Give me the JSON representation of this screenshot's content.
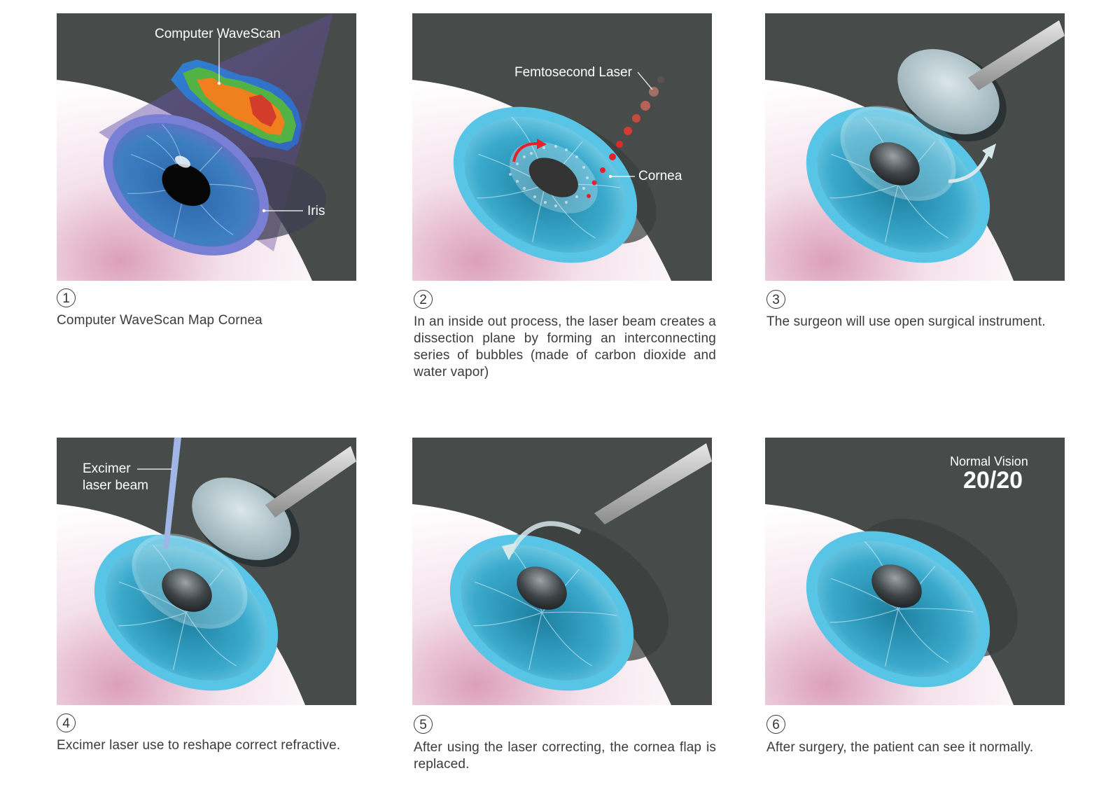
{
  "steps": [
    {
      "number": "1",
      "caption": "Computer WaveScan Map Cornea",
      "labels": {
        "wavescan": "Computer WaveScan",
        "iris": "Iris"
      }
    },
    {
      "number": "2",
      "caption": "In an inside out process, the laser beam creates a dissection plane by forming an interconnecting series of bubbles (made of carbon dioxide and water vapor)",
      "labels": {
        "laser": "Femtosecond Laser",
        "cornea": "Cornea"
      }
    },
    {
      "number": "3",
      "caption": "The surgeon will use open surgical instrument."
    },
    {
      "number": "4",
      "caption": "Excimer laser use to reshape correct refractive.",
      "labels": {
        "beam_line1": "Excimer",
        "beam_line2": "laser beam"
      }
    },
    {
      "number": "5",
      "caption": "After using the laser correcting, the cornea flap is replaced."
    },
    {
      "number": "6",
      "caption": "After surgery, the patient can see it normally.",
      "labels": {
        "vision_title": "Normal Vision",
        "vision_value": "20/20"
      }
    }
  ],
  "colors": {
    "panel_bg": "#474c4a",
    "iris": "#3fb0d2",
    "sclera": "#f3dfe9",
    "laser_red": "#e8202a"
  }
}
